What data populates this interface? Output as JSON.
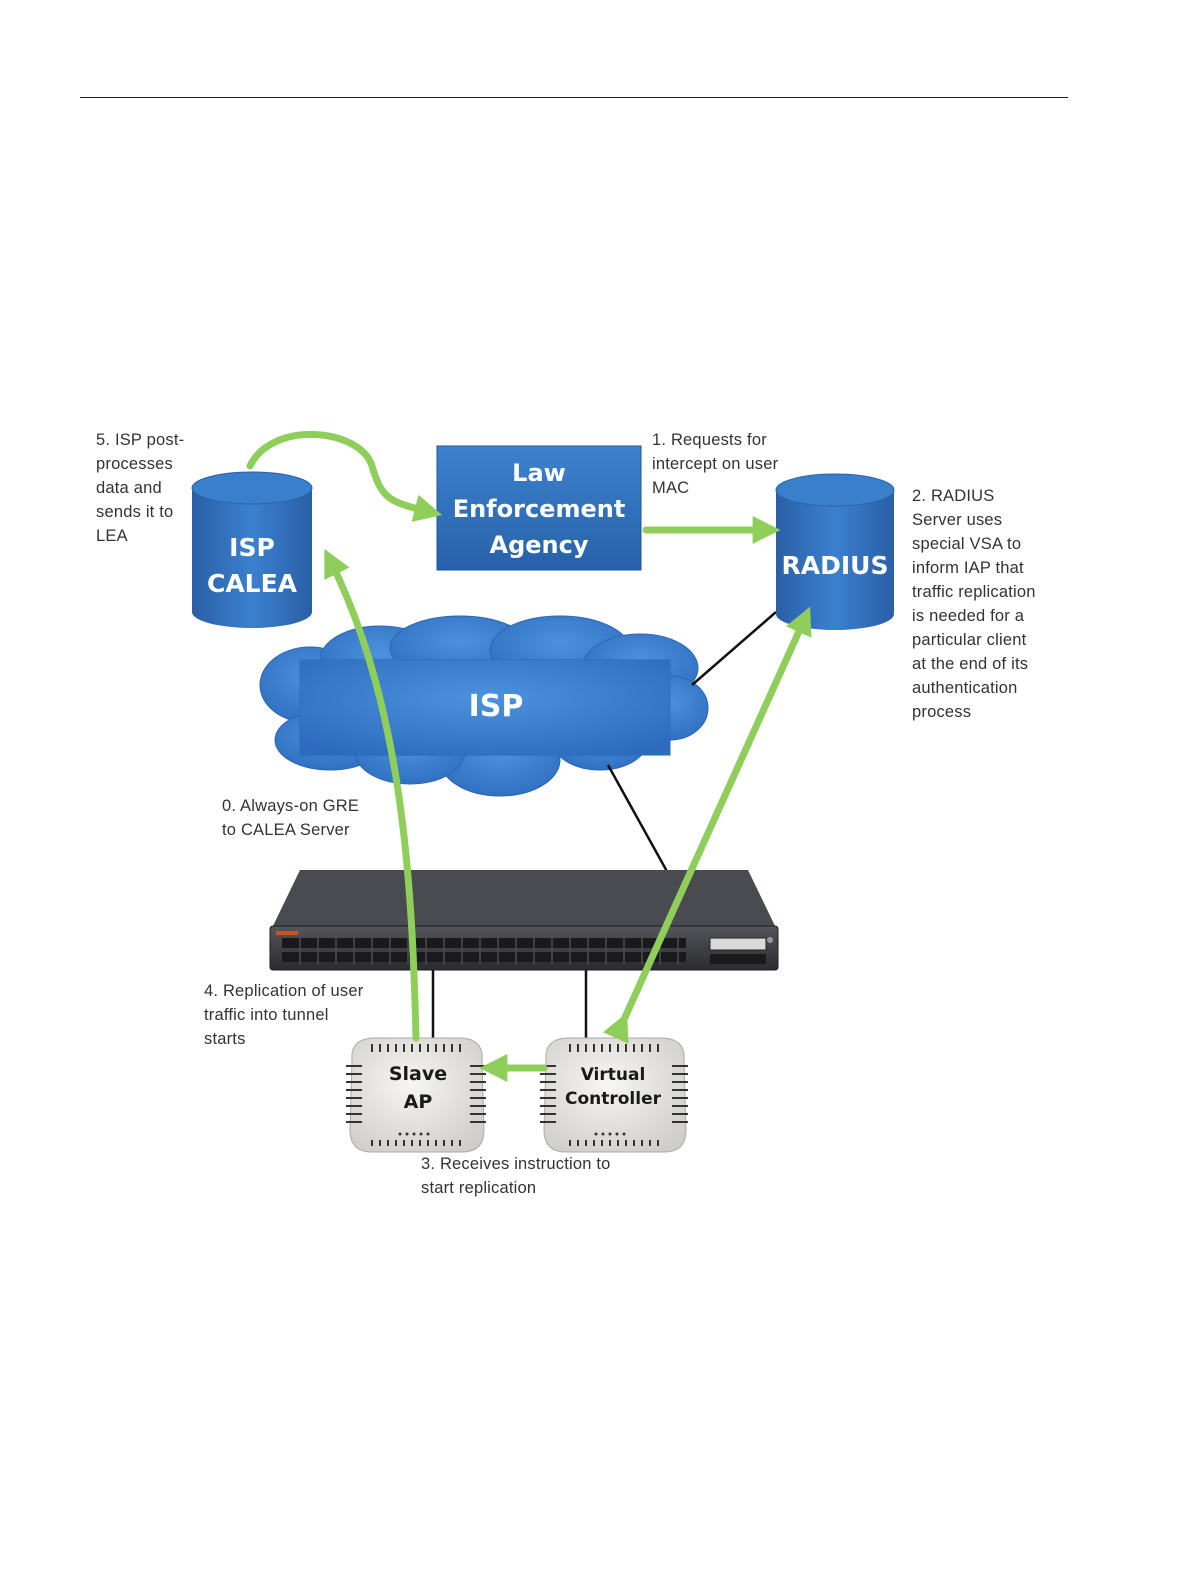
{
  "colors": {
    "node_blue": "#2b6cb7",
    "node_blue_dark": "#1d4f8f",
    "arrow_green": "#8fce5a",
    "switch_body": "#3a3b3f",
    "ap_body": "#e6e4e0"
  },
  "nodes": {
    "isp_calea": {
      "line1": "ISP",
      "line2": "CALEA"
    },
    "lea": {
      "line1": "Law",
      "line2": "Enforcement",
      "line3": "Agency"
    },
    "radius": {
      "label": "RADIUS"
    },
    "isp_cloud": {
      "label": "ISP"
    },
    "slave_ap": {
      "line1": "Slave",
      "line2": "AP"
    },
    "virtual_controller": {
      "line1": "Virtual",
      "line2": "Controller"
    }
  },
  "notes": {
    "step5": "5. ISP post-\nprocesses\ndata and\nsends it to\nLEA",
    "step1": "1.  Requests for\nintercept on user\nMAC",
    "step2": "2.  RADIUS\nServer uses\nspecial VSA to\ninform IAP that\ntraffic replication\nis needed for a\nparticular client\nat the end of its\nauthentication\nprocess",
    "step0": "0. Always-on GRE\nto CALEA Server",
    "step4": "4. Replication of user\ntraffic into tunnel\nstarts",
    "step3": "3. Receives instruction to\nstart replication"
  },
  "icons": [
    "switch-icon",
    "access-point-icon"
  ]
}
